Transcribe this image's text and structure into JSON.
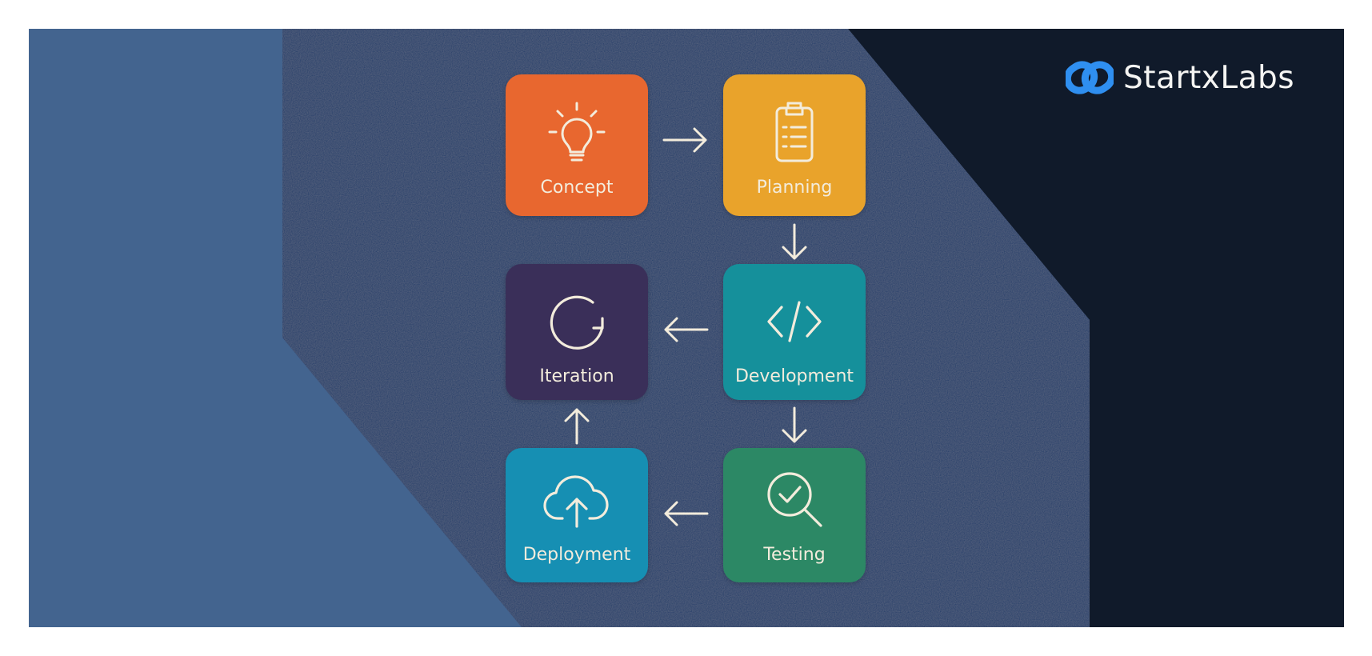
{
  "brand": {
    "name": "StartxLabs",
    "logo_icon": "chain-link-icon"
  },
  "colors": {
    "background_light_blue": "#43648f",
    "background_navy": "#1d3a68",
    "background_dark": "#101a2a",
    "brand_accent": "#2f8ff0",
    "icon_stroke": "#f3ecdc"
  },
  "stages": [
    {
      "key": "concept",
      "label": "Concept",
      "icon": "lightbulb-icon",
      "color": "#e8672f"
    },
    {
      "key": "planning",
      "label": "Planning",
      "icon": "clipboard-icon",
      "color": "#e9a32b"
    },
    {
      "key": "development",
      "label": "Development",
      "icon": "code-brackets-icon",
      "color": "#15909b"
    },
    {
      "key": "iteration",
      "label": "Iteration",
      "icon": "refresh-icon",
      "color": "#3a2f59"
    },
    {
      "key": "testing",
      "label": "Testing",
      "icon": "magnifier-check-icon",
      "color": "#2c8865"
    },
    {
      "key": "deployment",
      "label": "Deployment",
      "icon": "cloud-upload-icon",
      "color": "#168fb3"
    }
  ],
  "flow": [
    {
      "from": "concept",
      "to": "planning",
      "direction": "right"
    },
    {
      "from": "planning",
      "to": "development",
      "direction": "down"
    },
    {
      "from": "development",
      "to": "iteration",
      "direction": "left"
    },
    {
      "from": "development",
      "to": "testing",
      "direction": "down"
    },
    {
      "from": "testing",
      "to": "deployment",
      "direction": "left"
    },
    {
      "from": "deployment",
      "to": "iteration",
      "direction": "up"
    }
  ]
}
